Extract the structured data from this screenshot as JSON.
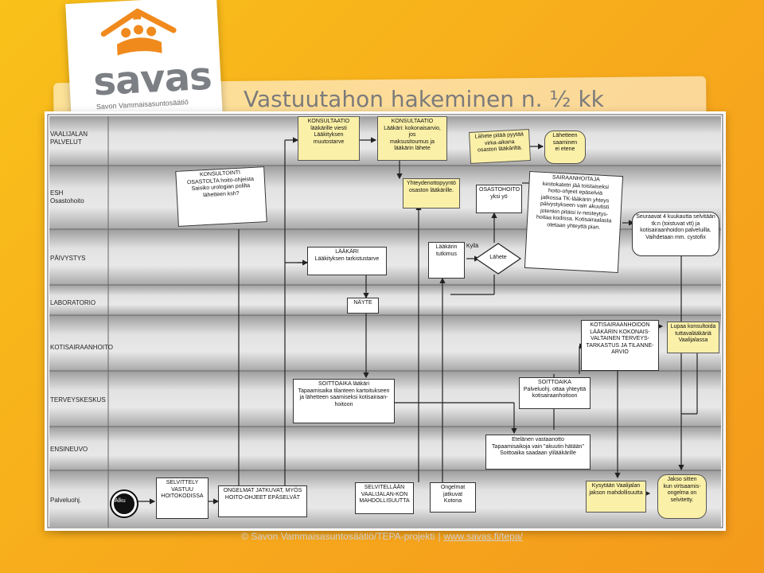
{
  "slide": {
    "title": "Vastuutahon hakeminen n. ½ kk"
  },
  "logo": {
    "wordmark": "savas",
    "subtitle": "Savon Vammaisasuntosäätiö"
  },
  "lanes": [
    {
      "label": "VAALIJALAN\nPALVELUT"
    },
    {
      "label": "ESH\nOsastohoito"
    },
    {
      "label": "PÄIVYSTYS"
    },
    {
      "label": "LABORATORIO"
    },
    {
      "label": "KOTISAIRAANHOITO"
    },
    {
      "label": "TERVEYSKESKUS"
    },
    {
      "label": "ENSINEUVO"
    },
    {
      "label": "Palveluohj."
    }
  ],
  "boxes": {
    "konsultaatio1": "KONSULTAATIO\nlääkärille viesti\nLääkityksen muutostarve",
    "konsultaatio2": "KONSULTAATIO\nLääkäri: kokonaisarvio, jos\nmaksusitoumus ja\nlääkärin lähete",
    "lahete_pitaa": "Lähete pitää pyytää\nvirka-aikana\nosaston lääkäriltä.",
    "lahetteen_saaminen": "Lähetteen\nsaaminen\nei etene",
    "konsultointi": "KONSULTOINTI\nOSASTOLTA hoito-ohjeista\nSaisiko urologian polilta\nlähetteen ksh?",
    "yhteydenotto": "Yhteydenottopyyntö\nosaston lääkärille.",
    "osastohoito": "OSASTOHOITO\nyksi yö",
    "sairaanhoitaja": "SAIRAANHOITAJA\nkestokatetri jää toistaiseksi\nhoito-ohjeet epäselviä\njatkossa TK-lääkärin yhteys\npäivystykseen vain akuutisti\njotenkin pitäisi iv-nesteytys-\nhoitaa kodissa. Kotisairaalasta\notetaan yhteyttä pian.",
    "seuraavat": "Seuraavat 4 kuukautta selvitään\ntk:n (toistuvat vtt) ja\nkotisairaanhoidon palveluilla.\nVaihdetaan mm. cystofix",
    "laakari": "LÄÄKÄRI\nLääkityksen tarkistustarve",
    "laakarin_tutkimus": "Lääkärin\ntutkimus",
    "lahete_diamond": "Lähete",
    "kylla": "Kyllä",
    "nayte": "NÄYTE",
    "kotisairaanhoidon_laakari": "KOTISAIRAANHOIDON\nLÄÄKÄRIN KOKONAIS-\nVALTAINEN TERVEYS-\nTARKASTUS JA TILANNE-\nARVIO",
    "lupaa_konsultoida": "Lupaa konsultoida\ntuttavalääkäriä\nVaalijalassa",
    "soittoaika1": "SOITTOAIKA lääkäri\nTapaamisaika tilanteen kartoitukseen\nja lähetteen saamiseksi kotisairaan-\nhoitoon",
    "soittoaika2": "SOITTOAIKA\nPalveluohj. ottaa yhteyttä\nkotisairaanhoitoon",
    "ensineuvo": "Etelänen vastaanotto\nTapaamisaikoja vain \"akuutin hätään\"\nSoittoaika saadaan ylilääkärille",
    "selvittely": "SELVITTELY\nVASTUU\nHOITOKODISSA",
    "ongelmat": "ONGELMAT JATKUVAT, MYÖS\nHOITO-OHJEET EPÄSELVÄT",
    "selvitellaan": "SELVITELLÄÄN\nVAALIJALAN-KON\nMAHDOLLISUUTTA",
    "ongelmat_kotona": "Ongelmat jatkuvat\nKotona",
    "kysytaan": "Kysytään Vaalijalan\njakson mahdollisuutta",
    "jakso_sitten": "Jakso sitten\nkun virtsaamis-\nongelma on\nselvitetty.",
    "start": "Alku"
  },
  "footer": {
    "copyright": "© Savon Vammaisasuntosäätiö/TEPA-projekti",
    "separator": "|",
    "link_text": "www.savas.fi/tepa/"
  },
  "colors": {
    "background": "#f7b21b",
    "logo_orange": "#f08a1d",
    "logo_gray": "#7c7f83",
    "lane_gray": "#c9c9c9",
    "sticky_yellow": "#fbf0a8"
  }
}
